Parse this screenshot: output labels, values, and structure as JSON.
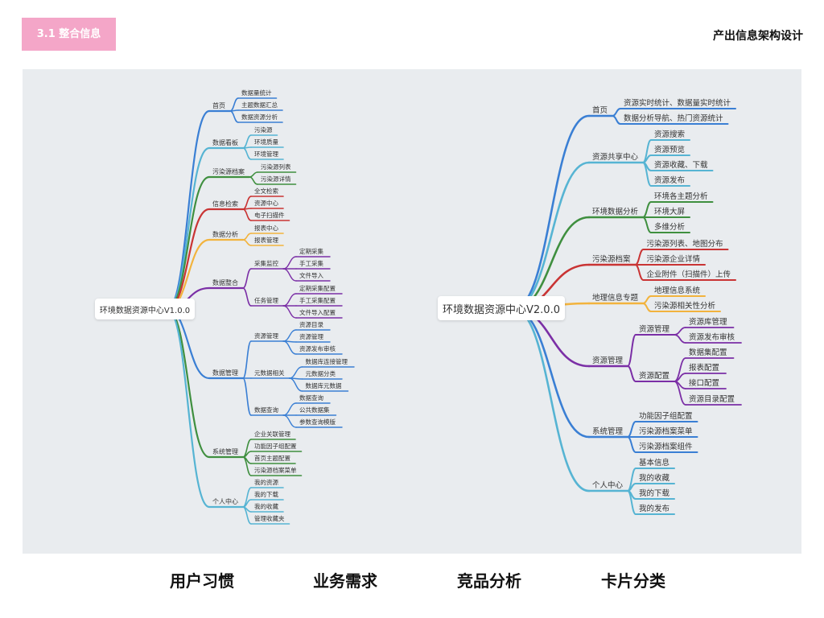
{
  "header": {
    "tag_label": "3.1 整合信息",
    "title_right": "产出信息架构设计"
  },
  "mindmap_v1": {
    "root": "环境数据资源中心V1.0.0",
    "branches": [
      {
        "label": "首页",
        "color": "#3a7fd4",
        "children": [
          {
            "label": "数据量统计"
          },
          {
            "label": "主题数据汇总"
          },
          {
            "label": "数据资源分析"
          }
        ]
      },
      {
        "label": "数据看板",
        "color": "#56b4d3",
        "children": [
          {
            "label": "污染源"
          },
          {
            "label": "环境质量"
          },
          {
            "label": "环境管理"
          }
        ]
      },
      {
        "label": "污染源档案",
        "color": "#3f8f3f",
        "children": [
          {
            "label": "污染源列表"
          },
          {
            "label": "污染源详情"
          }
        ]
      },
      {
        "label": "信息检索",
        "color": "#c93434",
        "children": [
          {
            "label": "全文检索"
          },
          {
            "label": "资源中心"
          },
          {
            "label": "电子扫描件"
          }
        ]
      },
      {
        "label": "数据分析",
        "color": "#f2b33d",
        "children": [
          {
            "label": "报表中心"
          },
          {
            "label": "报表管理"
          }
        ]
      },
      {
        "label": "数据整合",
        "color": "#7b2fa6",
        "children": [
          {
            "label": "采集监控",
            "children": [
              {
                "label": "定期采集"
              },
              {
                "label": "手工采集"
              },
              {
                "label": "文件导入"
              }
            ]
          },
          {
            "label": "任务管理",
            "children": [
              {
                "label": "定期采集配置"
              },
              {
                "label": "手工采集配置"
              },
              {
                "label": "文件导入配置"
              }
            ]
          }
        ]
      },
      {
        "label": "数据管理",
        "color": "#3a7fd4",
        "children": [
          {
            "label": "资源管理",
            "children": [
              {
                "label": "资源目录"
              },
              {
                "label": "资源管理"
              },
              {
                "label": "资源发布审核"
              }
            ]
          },
          {
            "label": "元数据相关",
            "children": [
              {
                "label": "数据库连接管理"
              },
              {
                "label": "元数据分类"
              },
              {
                "label": "数据库元数据"
              }
            ]
          },
          {
            "label": "数据查询",
            "children": [
              {
                "label": "数据查询"
              },
              {
                "label": "公共数据集"
              },
              {
                "label": "参数查询模版"
              }
            ]
          }
        ]
      },
      {
        "label": "系统管理",
        "color": "#3f8f3f",
        "children": [
          {
            "label": "企业关联管理"
          },
          {
            "label": "功能因子组配置"
          },
          {
            "label": "首页主题配置"
          },
          {
            "label": "污染源档案菜单"
          }
        ]
      },
      {
        "label": "个人中心",
        "color": "#56b4d3",
        "children": [
          {
            "label": "我的资源"
          },
          {
            "label": "我的下载"
          },
          {
            "label": "我的收藏"
          },
          {
            "label": "管理收藏夹"
          }
        ]
      }
    ]
  },
  "mindmap_v2": {
    "root": "环境数据资源中心V2.0.0",
    "branches": [
      {
        "label": "首页",
        "color": "#3a7fd4",
        "children": [
          {
            "label": "资源实时统计、数据量实时统计"
          },
          {
            "label": "数据分析导航、热门资源统计"
          }
        ]
      },
      {
        "label": "资源共享中心",
        "color": "#56b4d3",
        "children": [
          {
            "label": "资源搜索"
          },
          {
            "label": "资源预览"
          },
          {
            "label": "资源收藏、下载"
          },
          {
            "label": "资源发布"
          }
        ]
      },
      {
        "label": "环境数据分析",
        "color": "#3f8f3f",
        "children": [
          {
            "label": "环境各主题分析"
          },
          {
            "label": "环境大屏"
          },
          {
            "label": "多维分析"
          }
        ]
      },
      {
        "label": "污染源档案",
        "color": "#c93434",
        "children": [
          {
            "label": "污染源列表、地图分布"
          },
          {
            "label": "污染源企业详情"
          },
          {
            "label": "企业附件（扫描件）上传"
          }
        ]
      },
      {
        "label": "地理信息专题",
        "color": "#f2b33d",
        "children": [
          {
            "label": "地理信息系统"
          },
          {
            "label": "污染源相关性分析"
          }
        ]
      },
      {
        "label": "资源管理",
        "color": "#7b2fa6",
        "children": [
          {
            "label": "资源管理",
            "children": [
              {
                "label": "资源库管理"
              },
              {
                "label": "资源发布审核"
              }
            ]
          },
          {
            "label": "资源配置",
            "children": [
              {
                "label": "数据集配置"
              },
              {
                "label": "报表配置"
              },
              {
                "label": "接口配置"
              },
              {
                "label": "资源目录配置"
              }
            ]
          }
        ]
      },
      {
        "label": "系统管理",
        "color": "#3a7fd4",
        "children": [
          {
            "label": "功能因子组配置"
          },
          {
            "label": "污染源档案菜单"
          },
          {
            "label": "污染源档案组件"
          }
        ]
      },
      {
        "label": "个人中心",
        "color": "#56b4d3",
        "children": [
          {
            "label": "基本信息"
          },
          {
            "label": "我的收藏"
          },
          {
            "label": "我的下载"
          },
          {
            "label": "我的发布"
          }
        ]
      }
    ]
  },
  "footer": {
    "items": [
      "用户习惯",
      "业务需求",
      "竞品分析",
      "卡片分类"
    ]
  }
}
